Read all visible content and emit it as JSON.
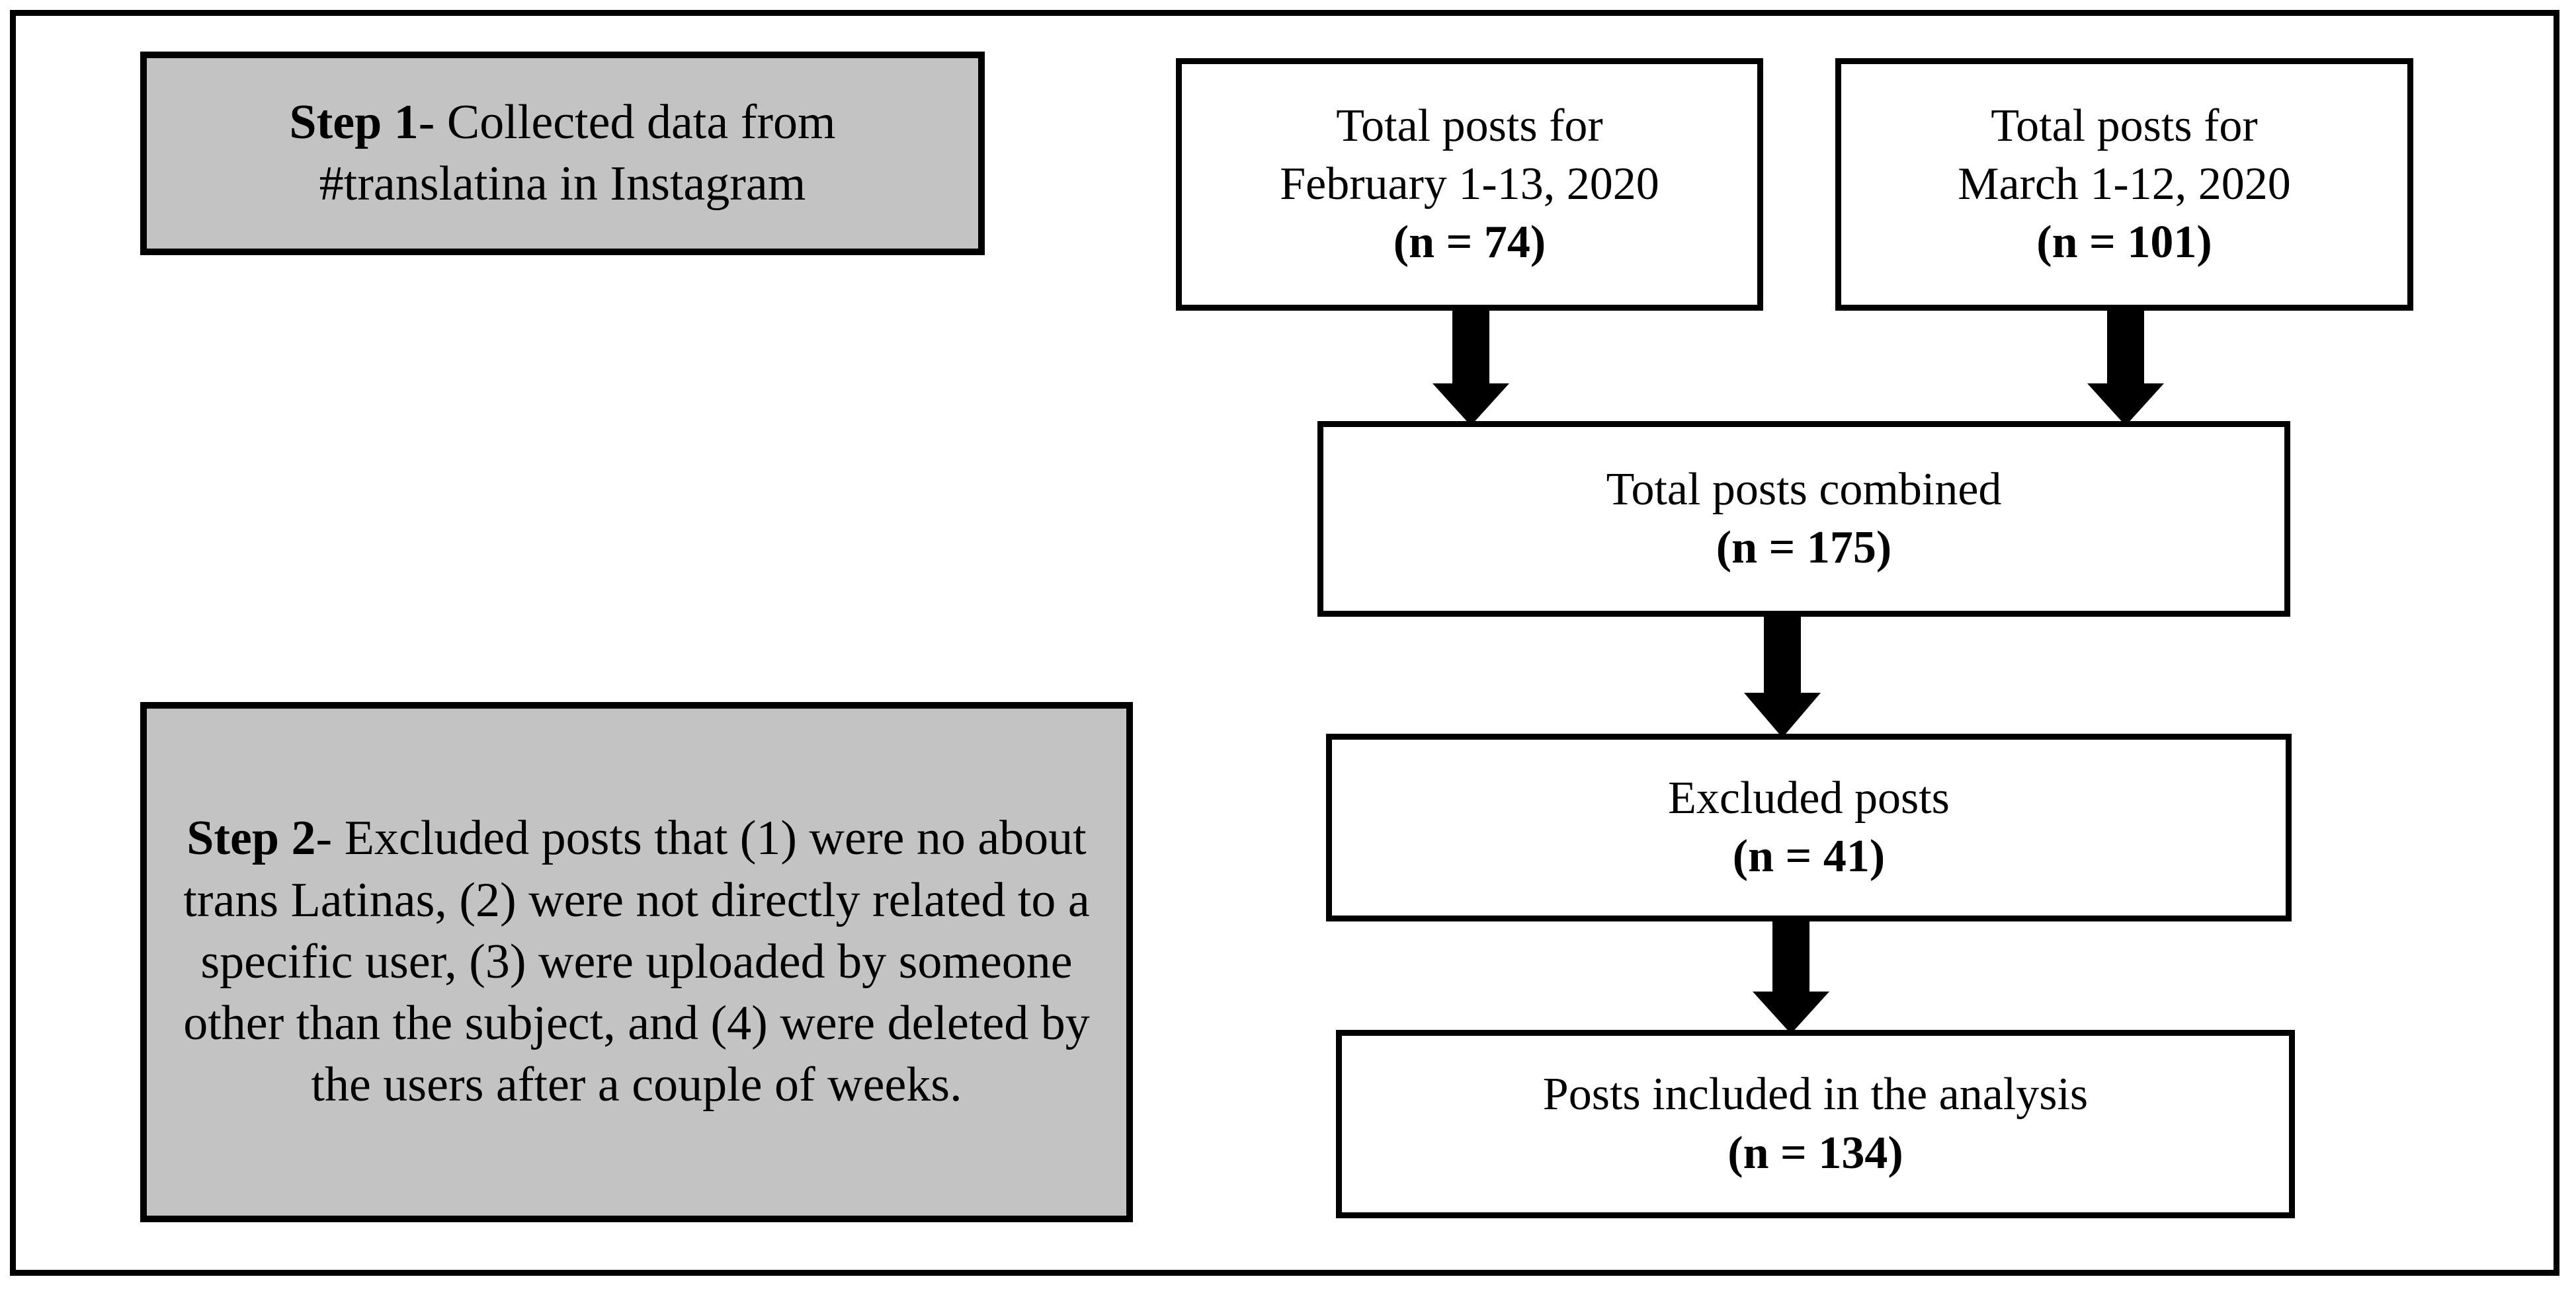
{
  "figure": {
    "type": "flowchart",
    "colors": {
      "shaded_box_fill": "#c3c3c3",
      "box_fill": "#ffffff",
      "stroke": "#000000"
    },
    "steps": {
      "step1": {
        "label": "Step 1",
        "dash": "- ",
        "line1_rest": "Collected data from",
        "line2": "#translatina in Instagram"
      },
      "step2": {
        "label": "Step 2",
        "dash": "- ",
        "text": "Excluded posts that (1) were no about trans Latinas, (2) were not directly related to a specific user, (3) were uploaded by someone other than the subject, and (4) were deleted by the users after a couple of weeks."
      }
    },
    "nodes": {
      "february": {
        "line1": "Total posts for",
        "line2": "February 1-13, 2020",
        "count": "(n = 74)"
      },
      "march": {
        "line1": "Total posts for",
        "line2": "March 1-12, 2020",
        "count": "(n = 101)"
      },
      "combined": {
        "line1": "Total posts combined",
        "count": "(n = 175)"
      },
      "excluded": {
        "line1": "Excluded posts",
        "count": "(n = 41)"
      },
      "included": {
        "line1": "Posts included in the analysis",
        "count": "(n = 134)"
      }
    },
    "arrows": [
      {
        "name": "february-to-combined",
        "direction": "down"
      },
      {
        "name": "march-to-combined",
        "direction": "down"
      },
      {
        "name": "combined-to-excluded",
        "direction": "down"
      },
      {
        "name": "excluded-to-included",
        "direction": "down"
      }
    ]
  }
}
